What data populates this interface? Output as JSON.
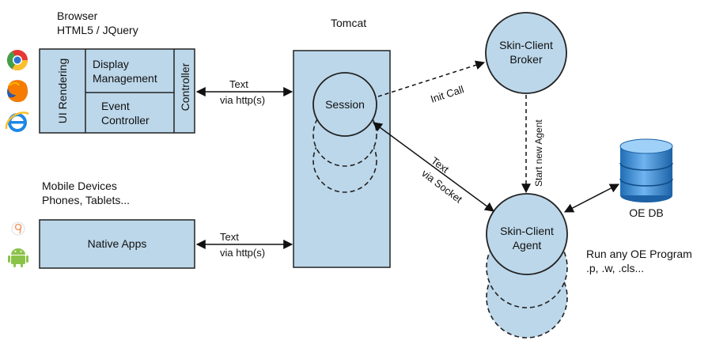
{
  "browser": {
    "title": "Browser",
    "subtitle": "HTML5 / JQuery",
    "ui_rendering": "UI Rendering",
    "display_line1": "Display",
    "display_line2": "Management",
    "event_line1": "Event",
    "event_line2": "Controller",
    "controller": "Controller",
    "icons": [
      "chrome-icon",
      "firefox-icon",
      "ie-icon"
    ]
  },
  "mobile": {
    "title": "Mobile Devices",
    "subtitle": "Phones, Tablets...",
    "native_apps": "Native Apps",
    "icons": [
      "ios-icon",
      "android-icon"
    ]
  },
  "links": {
    "browser_text": "Text",
    "browser_via": "via http(s)",
    "mobile_text": "Text",
    "mobile_via": "via http(s)",
    "init_call": "Init Call",
    "start_agent": "Start new Agent",
    "socket_text": "Text",
    "socket_via": "via Socket"
  },
  "tomcat": {
    "title": "Tomcat",
    "session": "Session"
  },
  "broker": {
    "line1": "Skin-Client",
    "line2": "Broker"
  },
  "agent": {
    "line1": "Skin-Client",
    "line2": "Agent"
  },
  "db": {
    "label": "OE DB"
  },
  "program": {
    "line1": "Run any OE Program",
    "line2": ".p, .w, .cls..."
  },
  "colors": {
    "box_fill": "#bcd7ea",
    "stroke": "#222222",
    "db_blue": "#2f7fc8"
  }
}
